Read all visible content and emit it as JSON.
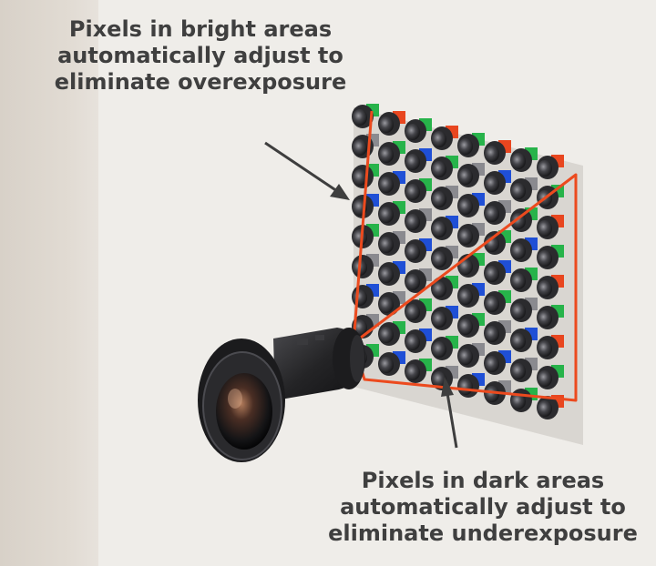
{
  "annotations": {
    "bright": {
      "line1": "Pixels in bright areas",
      "line2": "automatically adjust to",
      "line3": "eliminate overexposure"
    },
    "dark": {
      "line1": "Pixels in dark areas",
      "line2": "automatically adjust to",
      "line3": "eliminate underexposure"
    }
  },
  "grid": {
    "rows": 9,
    "cols": 8
  },
  "colors": {
    "background": "#efede9",
    "text": "#3f3f3f",
    "frame_red": "#ec4a1e",
    "pixel_green": "#27b34a",
    "pixel_red": "#e8461f",
    "pixel_blue": "#1f4fd6",
    "lens_body": "#2a2a2c",
    "arrow": "#3e3e3e"
  }
}
